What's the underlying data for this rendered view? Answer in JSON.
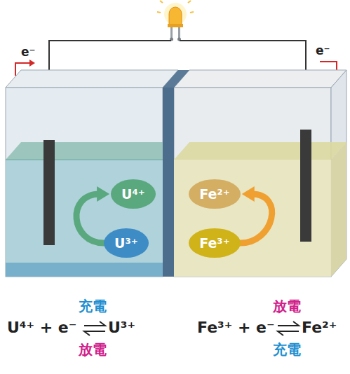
{
  "diagram": {
    "nodes": [
      {
        "text": [
          "U⁴⁺"
        ]
      },
      {
        "text": [
          "U³⁺"
        ]
      },
      {
        "text": [
          "Fe²⁺"
        ]
      },
      {
        "text": [
          "Fe³⁺"
        ]
      }
    ],
    "edges": [
      {
        "from": 1,
        "to": 0,
        "arrow": "to"
      },
      {
        "from": 3,
        "to": 2,
        "arrow": "to"
      }
    ],
    "labels": [
      "e⁻",
      "e⁻",
      "充電",
      "U⁴⁺ + e⁻",
      "U³⁺",
      "放電",
      "放電",
      "Fe³⁺ + e⁻",
      "Fe²⁺",
      "充電"
    ]
  }
}
